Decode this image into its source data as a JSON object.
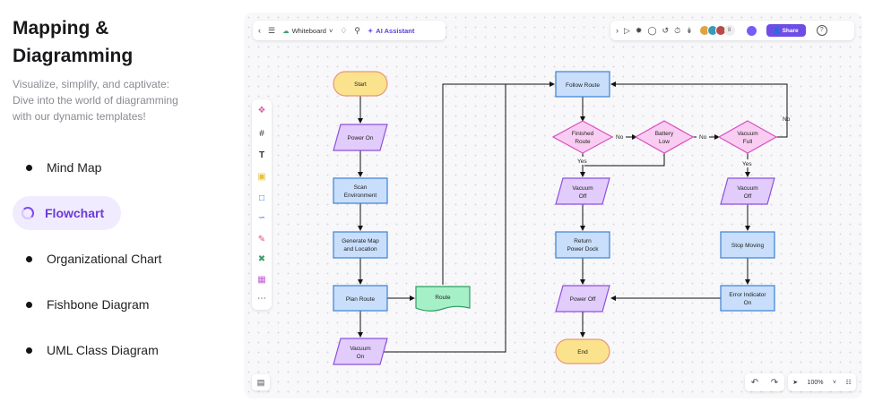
{
  "left": {
    "title_line1": "Mapping &",
    "title_line2": "Diagramming",
    "desc_line1": "Visualize, simplify, and captivate:",
    "desc_line2": "Dive into the world of diagramming",
    "desc_line3": "with our dynamic templates!",
    "items": [
      {
        "label": "Mind Map"
      },
      {
        "label": "Flowchart"
      },
      {
        "label": "Organizational Chart"
      },
      {
        "label": "Fishbone Diagram"
      },
      {
        "label": "UML Class Diagram"
      }
    ]
  },
  "topbar": {
    "board_name": "Whiteboard",
    "ai_label": "AI Assistant",
    "collab_count": "8",
    "share_label": "Share"
  },
  "zoom": {
    "level": "100%"
  },
  "colors": {
    "accent": "#6d4de6",
    "terminal": "#fbe38e",
    "process": "#c8defa",
    "io": "#e1ccfb",
    "decision": "#f9cdf2",
    "document": "#a6f0c8"
  },
  "flow": {
    "start": "Start",
    "power_on": "Power On",
    "scan_1": "Scan",
    "scan_2": "Environment",
    "gen_1": "Generate Map",
    "gen_2": "and Location",
    "plan": "Plan Route",
    "route": "Route",
    "vac_on_1": "Vacuum",
    "vac_on_2": "On",
    "follow": "Follow Route",
    "finished_1": "Finished",
    "finished_2": "Route",
    "battery_1": "Battery",
    "battery_2": "Low",
    "full_1": "Vacuum",
    "full_2": "Full",
    "vac_off_1": "Vacuum",
    "vac_off_2": "Off",
    "return_1": "Return",
    "return_2": "Power Dock",
    "power_off": "Power Off",
    "end": "End",
    "stop": "Stop Moving",
    "error_1": "Error Indicator",
    "error_2": "On",
    "no1": "No",
    "no2": "No",
    "no3": "No",
    "yes1": "Yes",
    "yes2": "Yes"
  }
}
